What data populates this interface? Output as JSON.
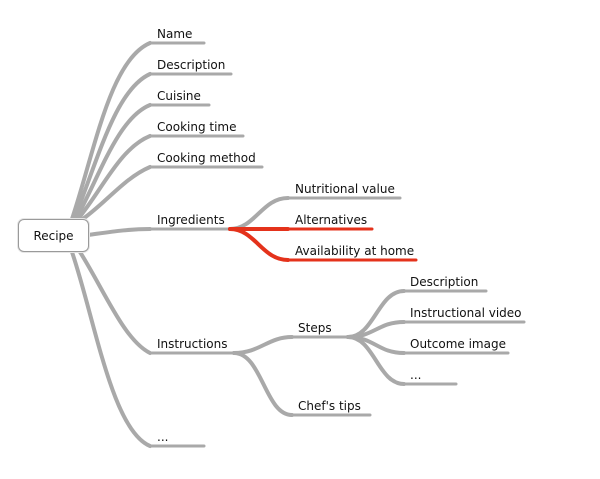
{
  "root": "Recipe",
  "level1": [
    {
      "key": "name",
      "label": "Name"
    },
    {
      "key": "description",
      "label": "Description"
    },
    {
      "key": "cuisine",
      "label": "Cuisine"
    },
    {
      "key": "cooking_time",
      "label": "Cooking time"
    },
    {
      "key": "cooking_method",
      "label": "Cooking method"
    },
    {
      "key": "ingredients",
      "label": "Ingredients"
    },
    {
      "key": "instructions",
      "label": "Instructions"
    },
    {
      "key": "more",
      "label": "..."
    }
  ],
  "ingredients_children": [
    {
      "key": "nutritional_value",
      "label": "Nutritional value",
      "highlighted": false
    },
    {
      "key": "alternatives",
      "label": "Alternatives",
      "highlighted": true
    },
    {
      "key": "availability_at_home",
      "label": "Availability at home",
      "highlighted": true
    }
  ],
  "instructions_children": [
    {
      "key": "steps",
      "label": "Steps"
    },
    {
      "key": "chefs_tips",
      "label": "Chef's tips"
    }
  ],
  "steps_children": [
    {
      "key": "description",
      "label": "Description"
    },
    {
      "key": "instructional_video",
      "label": "Instructional video"
    },
    {
      "key": "outcome_image",
      "label": "Outcome image"
    },
    {
      "key": "more",
      "label": "..."
    }
  ],
  "colors": {
    "branch": "#a9a9a9",
    "highlight": "#e4321b"
  }
}
